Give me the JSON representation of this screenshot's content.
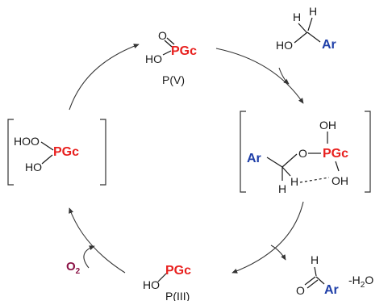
{
  "top_pv": {
    "o_label": "O",
    "ho_label": "HO",
    "pgc_label": "PGc",
    "state_label": "P(V)"
  },
  "alcohol": {
    "h1": "H",
    "h2": "H",
    "ho_label": "HO",
    "ar_label": "Ar"
  },
  "intermediate": {
    "oh_top": "OH",
    "pgc_label": "PGc",
    "ar_label": "Ar",
    "o_label": "O",
    "h_left": "H",
    "h_mid": "H",
    "oh_right": "OH"
  },
  "hydroperoxide": {
    "hoo_label": "HOO",
    "pgc_label": "PGc",
    "ho_label": "HO"
  },
  "bottom_piii": {
    "ho_label": "HO",
    "pgc_label": "PGc",
    "state_label": "P(III)"
  },
  "oxygen": {
    "symbol": "O",
    "subscript": "2"
  },
  "aldehyde": {
    "h_label": "H",
    "o_label": "O",
    "ar_label": "Ar"
  },
  "water_loss": {
    "prefix": "-H",
    "subscript": "2",
    "suffix": "O"
  },
  "colors": {
    "pgc": "#e8201e",
    "ar": "#1f3fa8",
    "oxygen": "#8b1346"
  }
}
